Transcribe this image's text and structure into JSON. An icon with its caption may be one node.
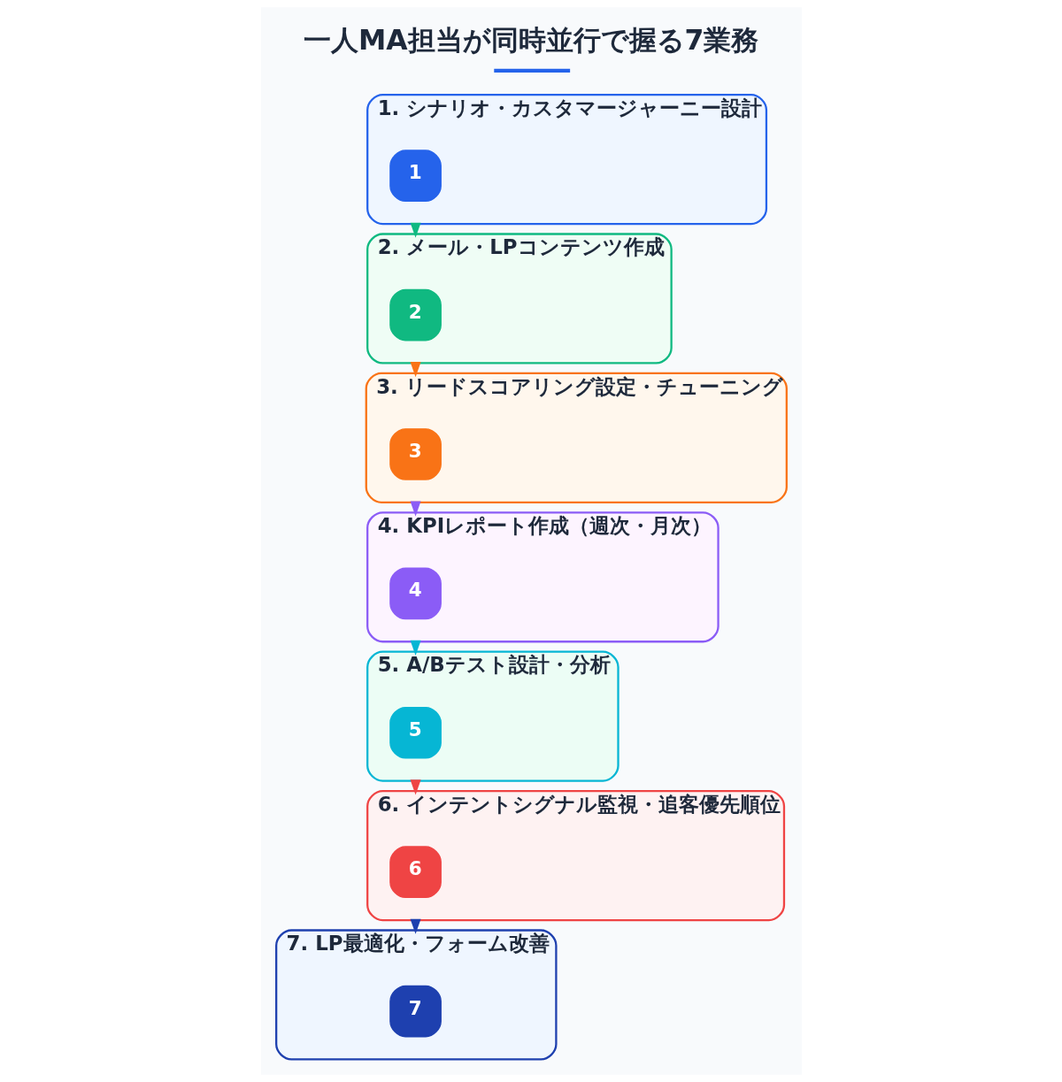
{
  "diagram": {
    "title": "一人MA担当が同時並行で握る7業務",
    "nodes": [
      {
        "text": [
          "1. シナリオ・カスタマージャーニー設計"
        ]
      },
      {
        "text": [
          "1"
        ],
        "in": 0
      },
      {
        "text": [
          "2. メール・LPコンテンツ作成"
        ]
      },
      {
        "text": [
          "2"
        ],
        "in": 2
      },
      {
        "text": [
          "3. リードスコアリング設定・チューニング"
        ]
      },
      {
        "text": [
          "3"
        ],
        "in": 4
      },
      {
        "text": [
          "4. KPIレポート作成（週次・月次）"
        ]
      },
      {
        "text": [
          "4"
        ],
        "in": 6
      },
      {
        "text": [
          "5. A/Bテスト設計・分析"
        ]
      },
      {
        "text": [
          "5"
        ],
        "in": 8
      },
      {
        "text": [
          "6. インテントシグナル監視・追客優先順位"
        ]
      },
      {
        "text": [
          "6"
        ],
        "in": 10
      },
      {
        "text": [
          "7. LP最適化・フォーム改善"
        ]
      },
      {
        "text": [
          "7"
        ],
        "in": 12
      }
    ],
    "edges": [
      {
        "from": 0,
        "to": 2,
        "arrow": "to",
        "color": "#10b981"
      },
      {
        "from": 2,
        "to": 4,
        "arrow": "to",
        "color": "#f97316"
      },
      {
        "from": 4,
        "to": 6,
        "arrow": "to",
        "color": "#8b5cf6"
      },
      {
        "from": 6,
        "to": 8,
        "arrow": "to",
        "color": "#06b6d4"
      },
      {
        "from": 8,
        "to": 10,
        "arrow": "to",
        "color": "#ef4444"
      },
      {
        "from": 10,
        "to": 12,
        "arrow": "to",
        "color": "#1e40af"
      }
    ]
  }
}
